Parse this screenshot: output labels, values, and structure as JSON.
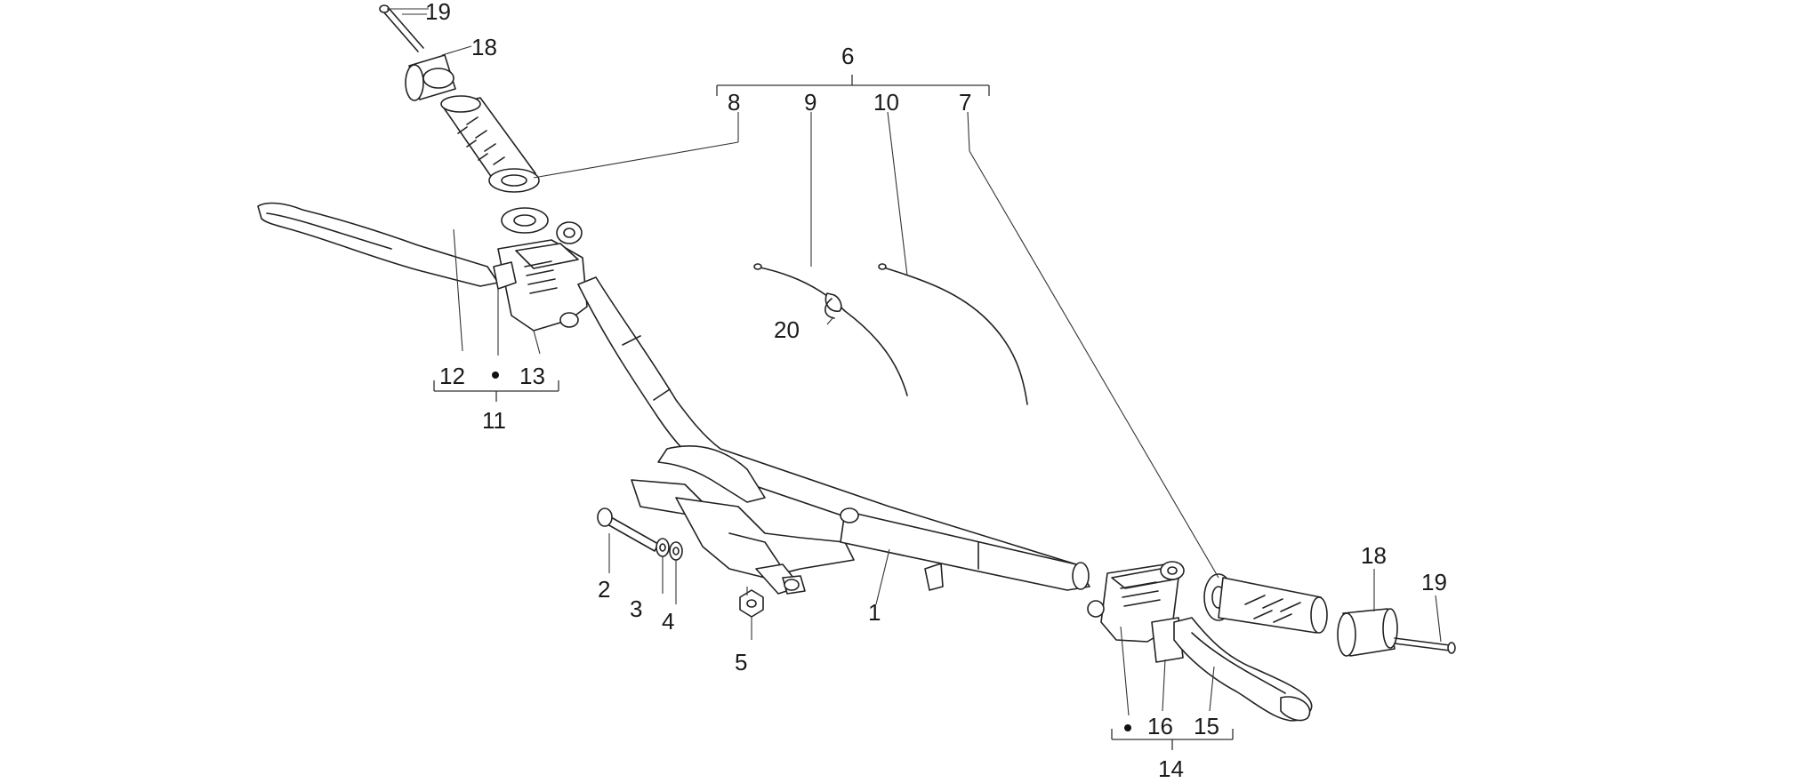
{
  "diagram": {
    "labels": {
      "p1": "1",
      "p2": "2",
      "p3": "3",
      "p4": "4",
      "p5": "5",
      "p6": "6",
      "p7": "7",
      "p8": "8",
      "p9": "9",
      "p10": "10",
      "p11": "11",
      "p12": "12",
      "p13": "13",
      "p14": "14",
      "p15": "15",
      "p16": "16",
      "p18a": "18",
      "p18b": "18",
      "p19a": "19",
      "p19b": "19",
      "p20": "20"
    }
  }
}
